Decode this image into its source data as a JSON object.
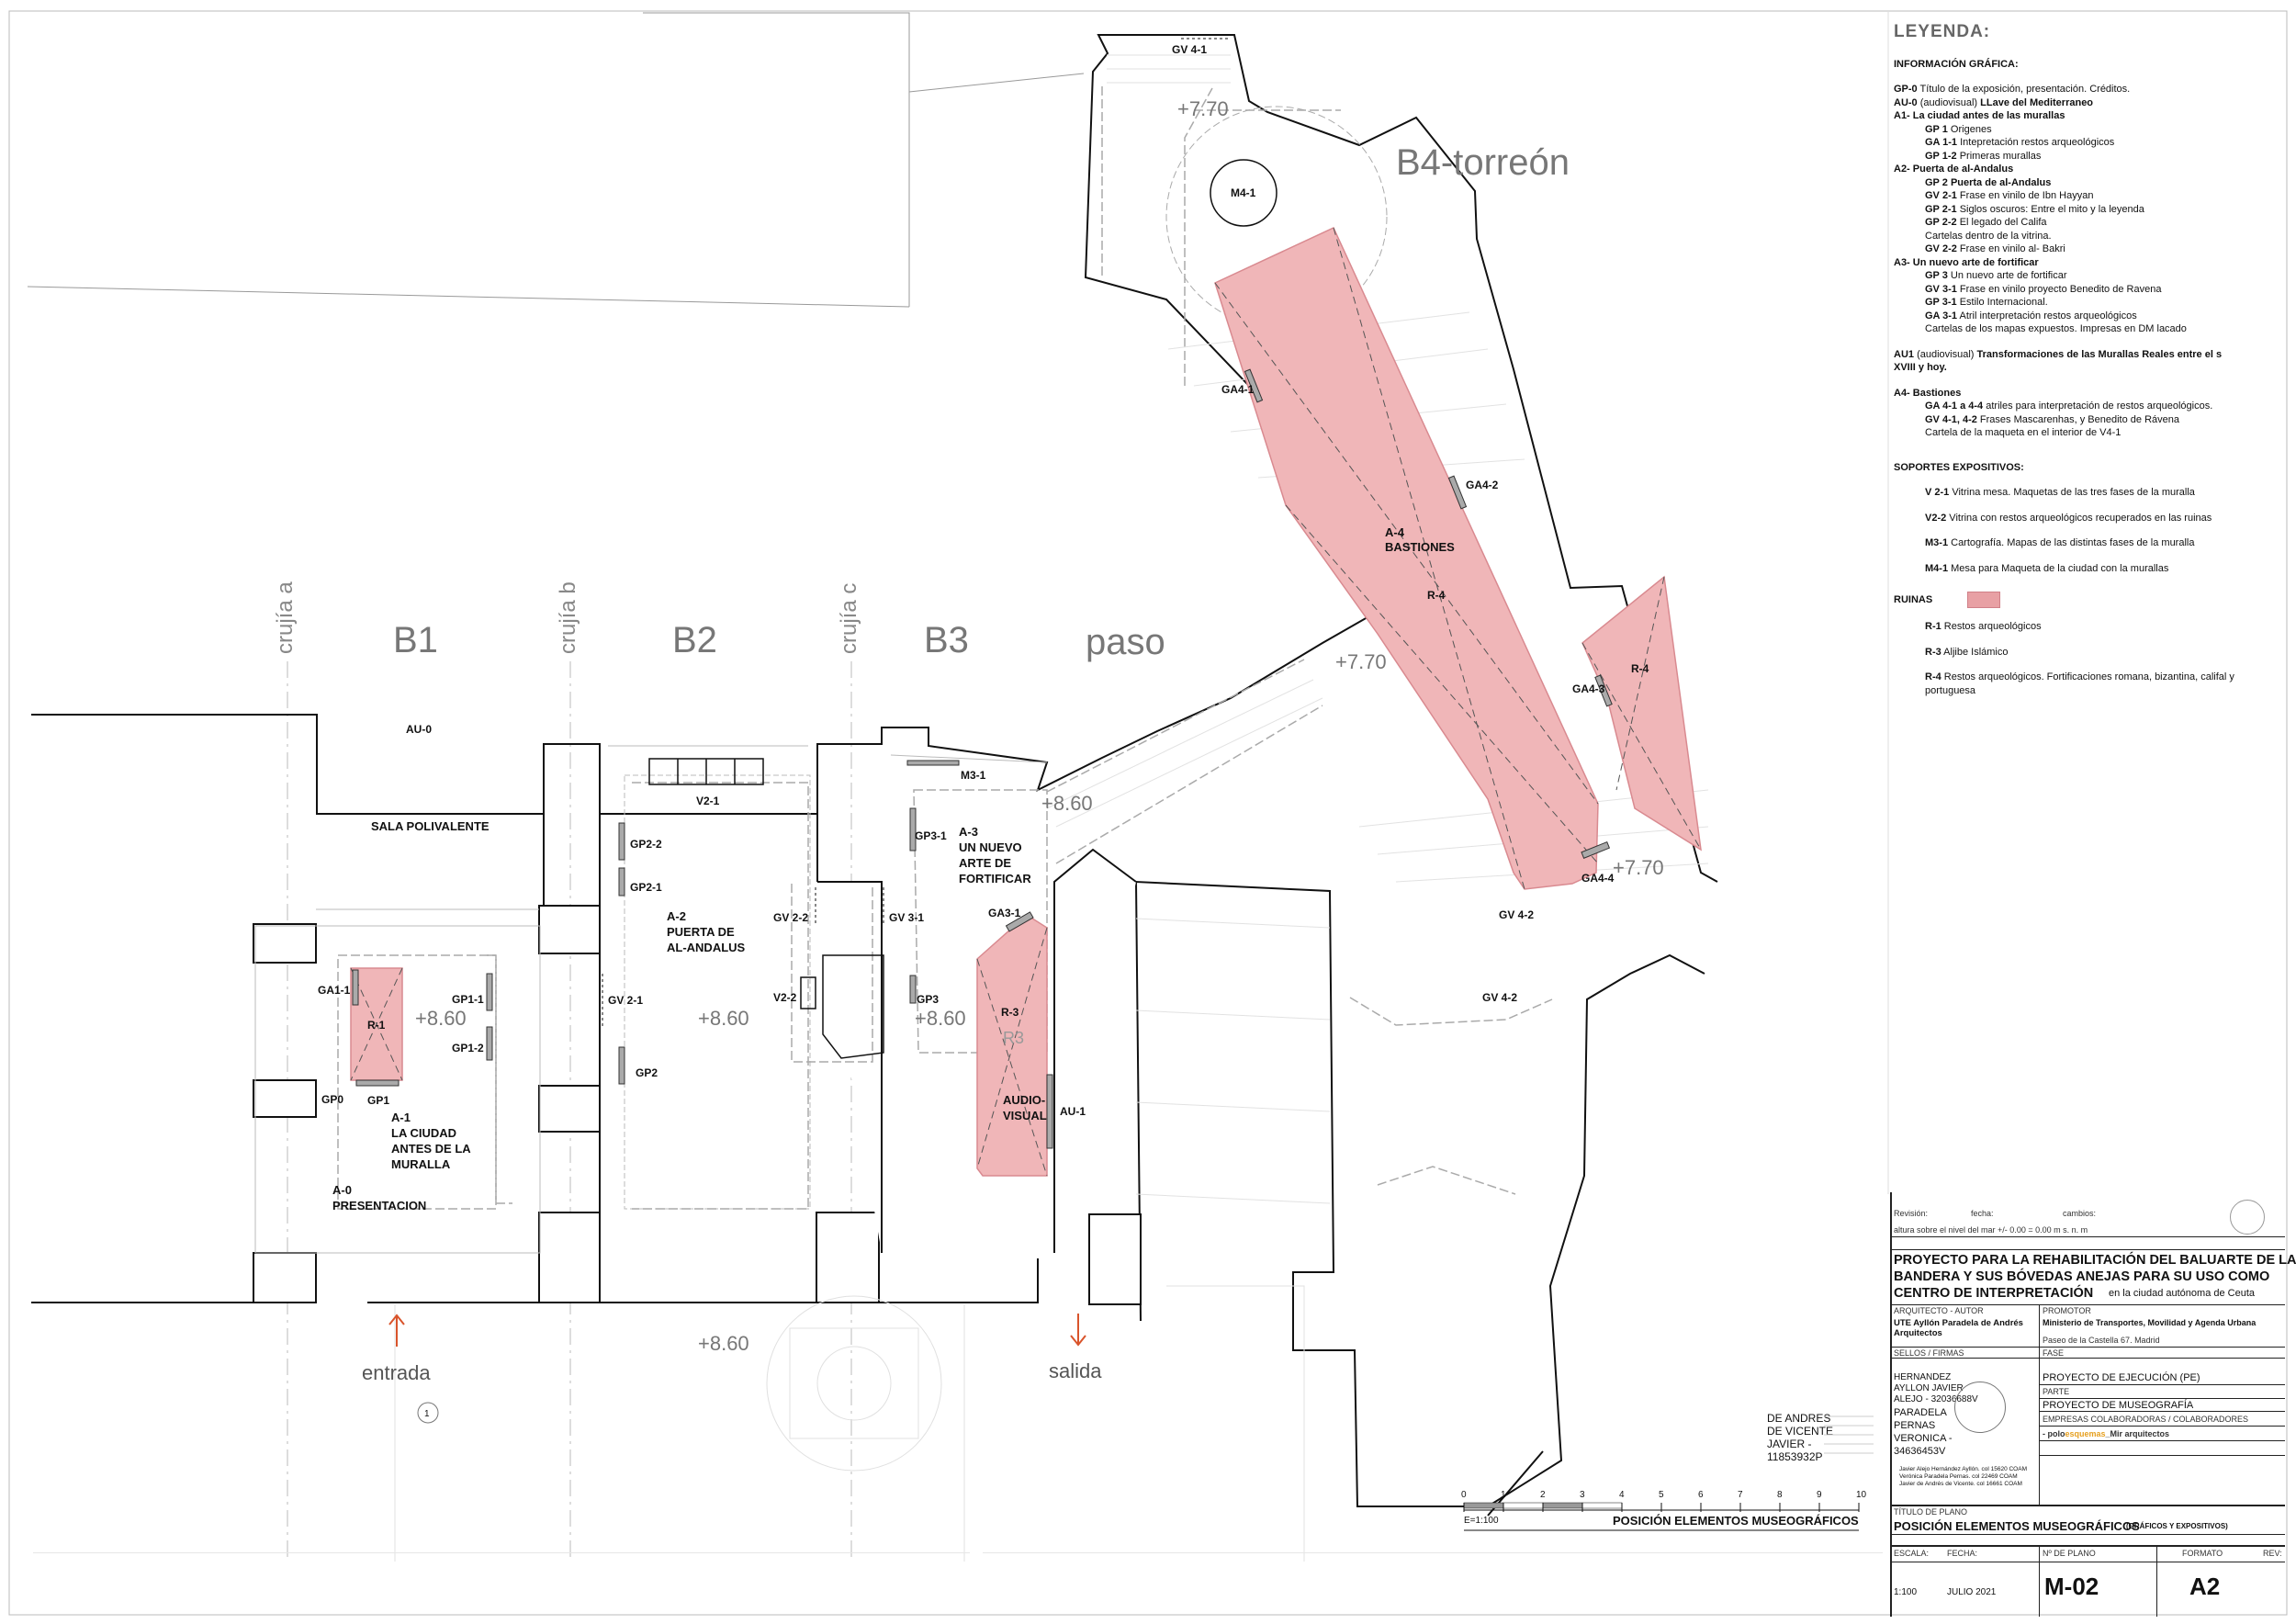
{
  "plan": {
    "blocks": {
      "b1": "B1",
      "b2": "B2",
      "b3": "B3",
      "paso": "paso",
      "b4": "B4-torreón"
    },
    "axes": {
      "a": "crujía a",
      "b": "crujía b",
      "c": "crujía c"
    },
    "levels": {
      "l1": "+7.70",
      "l2": "+7.70",
      "l3": "+7.70",
      "l4": "+8.60",
      "l5": "+8.60",
      "l6": "+8.60",
      "l7": "+8.60",
      "l8": "+8.60"
    },
    "entrance": "entrada",
    "exit": "salida",
    "circle_number": "1",
    "rooms": {
      "sala": "SALA POLIVALENTE",
      "a0_1": "A-0",
      "a0_2": "PRESENTACION",
      "a1_1": "A-1",
      "a1_2": "LA CIUDAD",
      "a1_3": "ANTES DE LA",
      "a1_4": "MURALLA",
      "a2_1": "A-2",
      "a2_2": "PUERTA DE",
      "a2_3": "AL-ANDALUS",
      "a3_1": "A-3",
      "a3_2": "UN NUEVO",
      "a3_3": "ARTE DE",
      "a3_4": "FORTIFICAR",
      "a4_1": "A-4",
      "a4_2": "BASTIONES",
      "av_1": "AUDIO-",
      "av_2": "VISUAL"
    },
    "elements": {
      "gv41": "GV 4-1",
      "m41": "M4-1",
      "ga41": "GA4-1",
      "ga42": "GA4-2",
      "ga43": "GA4-3",
      "ga44": "GA4-4",
      "r4a": "R-4",
      "r4b": "R-4",
      "gv42a": "GV 4-2",
      "gv42b": "GV 4-2",
      "au0": "AU-0",
      "v21": "V2-1",
      "m31": "M3-1",
      "gp22": "GP2-2",
      "gp21": "GP2-1",
      "gp31": "GP3-1",
      "gv22": "GV 2-2",
      "gv31": "GV 3-1",
      "ga31": "GA3-1",
      "gv21": "GV 2-1",
      "v22": "V2-2",
      "gp3": "GP3",
      "r3": "R-3",
      "r3b": "R3",
      "gp2": "GP2",
      "au1": "AU-1",
      "ga11": "GA1-1",
      "r1": "R-1",
      "gp11": "GP1-1",
      "gp12": "GP1-2",
      "gp0": "GP0",
      "gp1": "GP1"
    },
    "scale": {
      "ticks": [
        "0",
        "1",
        "2",
        "3",
        "4",
        "5",
        "6",
        "7",
        "8",
        "9",
        "10"
      ],
      "label": "E=1:100"
    },
    "plan_caption": "POSICIÓN ELEMENTOS MUSEOGRÁFICOS",
    "signature": {
      "name1": "DE ANDRES",
      "name2": "DE VICENTE",
      "name3": "JAVIER -",
      "name4": "11853932P"
    }
  },
  "legend": {
    "title": "LEYENDA:",
    "info_heading": "INFORMACIÓN GRÁFICA:",
    "gp0_code": "GP-0",
    "gp0_text": " Título de la exposición, presentación. Créditos.",
    "au0_code": "AU-0",
    "au0_text": " (audiovisual) ",
    "au0_bold": "LLave del Mediterraneo",
    "a1_head": "A1- La ciudad antes de las murallas",
    "a1_items": [
      {
        "code": "GP 1",
        "text": "  Origenes"
      },
      {
        "code": "GA 1-1",
        "text": " Intepretación restos arqueológicos"
      },
      {
        "code": "GP 1-2",
        "text": " Primeras murallas"
      }
    ],
    "a2_head": "A2- Puerta de al-Andalus",
    "a2_items": [
      {
        "code": "GP 2",
        "text": "  ",
        "bold": "Puerta de al-Andalus"
      },
      {
        "code": "GV 2-1",
        "text": " Frase en vinilo de Ibn Hayyan"
      },
      {
        "code": "GP 2-1",
        "text": " Siglos oscuros: Entre el mito y la leyenda"
      },
      {
        "code": "GP 2-2",
        "text": " El legado del Califa"
      },
      {
        "code": "",
        "text": "Cartelas dentro de la vitrina."
      },
      {
        "code": "GV 2-2",
        "text": " Frase en vinilo al- Bakri"
      }
    ],
    "a3_head": "A3- Un nuevo arte de fortificar",
    "a3_items": [
      {
        "code": "GP 3",
        "text": " Un nuevo arte de fortificar"
      },
      {
        "code": "GV 3-1",
        "text": " Frase en vinilo proyecto Benedito de Ravena"
      },
      {
        "code": "GP 3-1",
        "text": " Estilo Internacional."
      },
      {
        "code": "GA 3-1",
        "text": " Atril interpretación restos arqueológicos"
      },
      {
        "code": "",
        "text": "Cartelas de los mapas expuestos. Impresas en DM lacado"
      }
    ],
    "au1_code": "AU1",
    "au1_text": " (audiovisual) ",
    "au1_bold1": "Transformaciones de las Murallas Reales entre el s",
    "au1_bold2": "XVIII y hoy.",
    "a4_head": "A4- Bastiones",
    "a4_items": [
      {
        "code": "GA 4-1 a 4-4",
        "text": " atriles para interpretación de restos arqueológicos."
      },
      {
        "code": "GV 4-1, 4-2",
        "text": " Frases Mascarenhas, y Benedito de Rávena"
      },
      {
        "code": "",
        "text": "Cartela de la maqueta en el interior de V4-1"
      }
    ],
    "soportes_heading": "SOPORTES EXPOSITIVOS:",
    "soportes": [
      {
        "code": "V 2-1",
        "text": " Vitrina mesa. Maquetas de las tres fases de la muralla"
      },
      {
        "code": "V2-2",
        "text": " Vitrina con restos arqueológicos recuperados en las ruinas"
      },
      {
        "code": "M3-1",
        "text": " Cartografía. Mapas de las distintas fases de la muralla"
      },
      {
        "code": "M4-1",
        "text": " Mesa para Maqueta de la ciudad con la murallas"
      }
    ],
    "ruinas_heading": "RUINAS",
    "ruinas_color": "#e8a0a4",
    "ruinas": [
      {
        "code": "R-1",
        "text": " Restos arqueológicos"
      },
      {
        "code": "R-3",
        "text": " Aljibe Islámico"
      },
      {
        "code": "R-4",
        "text": " Restos arqueológicos. Fortificaciones romana, bizantina, califal y"
      }
    ],
    "ruinas_last": "portuguesa"
  },
  "title_block": {
    "revision": "Revisión:",
    "fecha": "fecha:",
    "cambios": "cambios:",
    "altura": "altura sobre el nivel del mar +/- 0.00 = 0.00 m s. n. m",
    "project_1": "PROYECTO PARA LA REHABILITACIÓN DEL BALUARTE DE LA",
    "project_2": "BANDERA Y SUS BÓVEDAS ANEJAS PARA SU USO COMO",
    "project_3": "CENTRO DE INTERPRETACIÓN",
    "location": "en la ciudad autónoma de Ceuta",
    "arquitecto_lbl": "ARQUITECTO - AUTOR",
    "arquitecto_1": "UTE Ayllón Paradela de Andrés",
    "arquitecto_2": "Arquitectos",
    "promotor_lbl": "PROMOTOR",
    "promotor": "Ministerio de Transportes, Movilidad y Agenda Urbana",
    "promotor_addr": "Paseo de la Castella 67. Madrid",
    "sellos_lbl": "SELLOS / FIRMAS",
    "fase_lbl": "FASE",
    "fase": "PROYECTO DE EJECUCIÓN (PE)",
    "parte_lbl": "PARTE",
    "parte": "PROYECTO DE MUSEOGRAFÍA",
    "empresas_lbl": "EMPRESAS COLABORADORAS / COLABORADORES",
    "colab_1": "polo",
    "colab_2": "esquemas",
    "colab_3": "_Mir arquitectos",
    "firma_1": "HERNANDEZ",
    "firma_2": "AYLLON JAVIER",
    "firma_3": "ALEJO - 32036688V",
    "firma_4": "PARADELA",
    "firma_5": "PERNAS",
    "firma_6": "VERONICA -",
    "firma_7": "34636453V",
    "firma_8": "Javier Alejo Hernández Ayllón. col 15620 COAM",
    "firma_9": "Verónica Paradela Pernas. col 22469 COAM",
    "firma_10": "Javier de Andrés de Vicente. col 16661 COAM",
    "titulo_plano_lbl": "TÍTULO DE PLANO",
    "titulo_plano": "POSICIÓN ELEMENTOS MUSEOGRÁFICOS",
    "titulo_plano_sub": "(GRÁFICOS Y EXPOSITIVOS)",
    "escala_lbl": "ESCALA:",
    "fecha_lbl": "FECHA:",
    "nplano_lbl": "Nº DE PLANO",
    "formato_lbl": "FORMATO",
    "rev_lbl": "REV:",
    "escala": "1:100",
    "fecha_val": "JULIO 2021",
    "nplano": "M-02",
    "formato": "A2"
  },
  "colors": {
    "ruin_fill": "#f0b6b8",
    "ruin_stroke": "#d98a90",
    "arrow": "#d9542b",
    "wall": "#111111"
  }
}
